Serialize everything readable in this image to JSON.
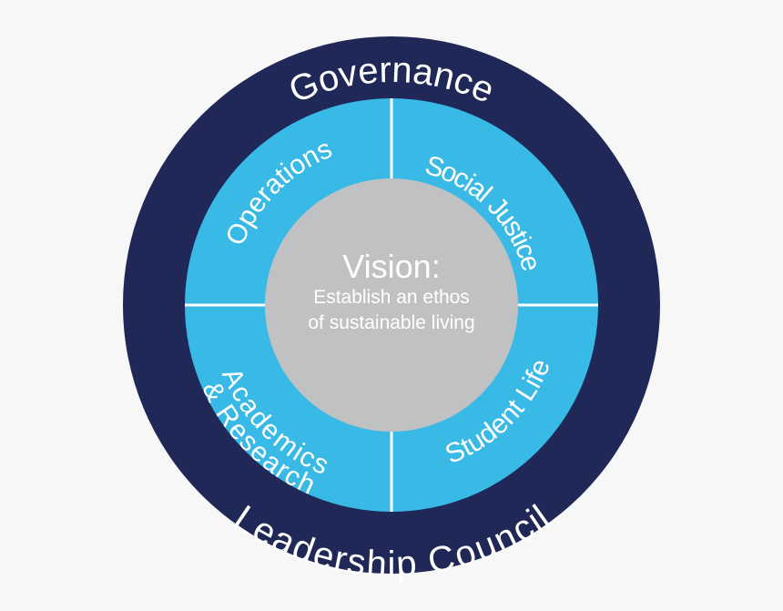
{
  "diagram": {
    "outer_ring": {
      "top_label": "Governance",
      "bottom_label": "Leadership Council",
      "color": "#1f2856"
    },
    "middle_ring": {
      "color": "#38b9e6",
      "divider_color": "#ffffff",
      "quadrants": [
        {
          "position": "top-left",
          "label": "Operations"
        },
        {
          "position": "top-right",
          "label": "Social Justice"
        },
        {
          "position": "bottom-left",
          "label_line1": "Academics",
          "label_line2": "& Research"
        },
        {
          "position": "bottom-right",
          "label": "Student Life"
        }
      ]
    },
    "center": {
      "title": "Vision:",
      "subtitle_line1": "Establish an ethos",
      "subtitle_line2": "of sustainable living",
      "color": "#c0c1c3"
    },
    "background": "#f7f7f7"
  }
}
